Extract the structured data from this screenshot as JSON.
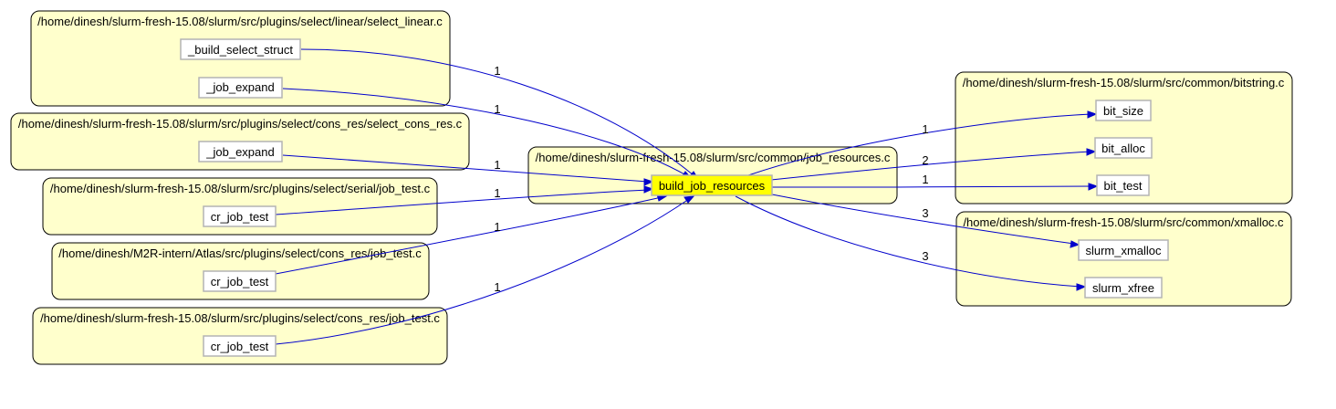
{
  "clusters": [
    {
      "id": "linear",
      "label": "/home/dinesh/slurm-fresh-15.08/slurm/src/plugins/select/linear/select_linear.c"
    },
    {
      "id": "cons_res_select",
      "label": "/home/dinesh/slurm-fresh-15.08/slurm/src/plugins/select/cons_res/select_cons_res.c"
    },
    {
      "id": "serial",
      "label": "/home/dinesh/slurm-fresh-15.08/slurm/src/plugins/select/serial/job_test.c"
    },
    {
      "id": "m2r",
      "label": "/home/dinesh/M2R-intern/Atlas/src/plugins/select/cons_res/job_test.c"
    },
    {
      "id": "cons_res_job",
      "label": "/home/dinesh/slurm-fresh-15.08/slurm/src/plugins/select/cons_res/job_test.c"
    },
    {
      "id": "job_resources",
      "label": "/home/dinesh/slurm-fresh-15.08/slurm/src/common/job_resources.c"
    },
    {
      "id": "bitstring",
      "label": "/home/dinesh/slurm-fresh-15.08/slurm/src/common/bitstring.c"
    },
    {
      "id": "xmalloc",
      "label": "/home/dinesh/slurm-fresh-15.08/slurm/src/common/xmalloc.c"
    }
  ],
  "nodes": [
    {
      "id": "build_select_struct",
      "label": "_build_select_struct"
    },
    {
      "id": "job_expand_linear",
      "label": "_job_expand"
    },
    {
      "id": "job_expand_cons",
      "label": "_job_expand"
    },
    {
      "id": "cr_job_test_serial",
      "label": "cr_job_test"
    },
    {
      "id": "cr_job_test_m2r",
      "label": "cr_job_test"
    },
    {
      "id": "cr_job_test_cons",
      "label": "cr_job_test"
    },
    {
      "id": "build_job_resources",
      "label": "build_job_resources",
      "fill": "#ffff00"
    },
    {
      "id": "bit_size",
      "label": "bit_size"
    },
    {
      "id": "bit_alloc",
      "label": "bit_alloc"
    },
    {
      "id": "bit_test",
      "label": "bit_test"
    },
    {
      "id": "slurm_xmalloc",
      "label": "slurm_xmalloc"
    },
    {
      "id": "slurm_xfree",
      "label": "slurm_xfree"
    }
  ],
  "edges": [
    {
      "from": "build_select_struct",
      "to": "build_job_resources",
      "label": "1"
    },
    {
      "from": "job_expand_linear",
      "to": "build_job_resources",
      "label": "1"
    },
    {
      "from": "job_expand_cons",
      "to": "build_job_resources",
      "label": "1"
    },
    {
      "from": "cr_job_test_serial",
      "to": "build_job_resources",
      "label": "1"
    },
    {
      "from": "cr_job_test_m2r",
      "to": "build_job_resources",
      "label": "1"
    },
    {
      "from": "cr_job_test_cons",
      "to": "build_job_resources",
      "label": "1"
    },
    {
      "from": "build_job_resources",
      "to": "bit_size",
      "label": "1"
    },
    {
      "from": "build_job_resources",
      "to": "bit_alloc",
      "label": "2"
    },
    {
      "from": "build_job_resources",
      "to": "bit_test",
      "label": "1"
    },
    {
      "from": "build_job_resources",
      "to": "slurm_xmalloc",
      "label": "3"
    },
    {
      "from": "build_job_resources",
      "to": "slurm_xfree",
      "label": "3"
    }
  ],
  "colors": {
    "cluster_fill": "#ffffcc",
    "edge": "#0000cc",
    "focus_node": "#ffff00",
    "node_border": "#b4b4b4"
  }
}
